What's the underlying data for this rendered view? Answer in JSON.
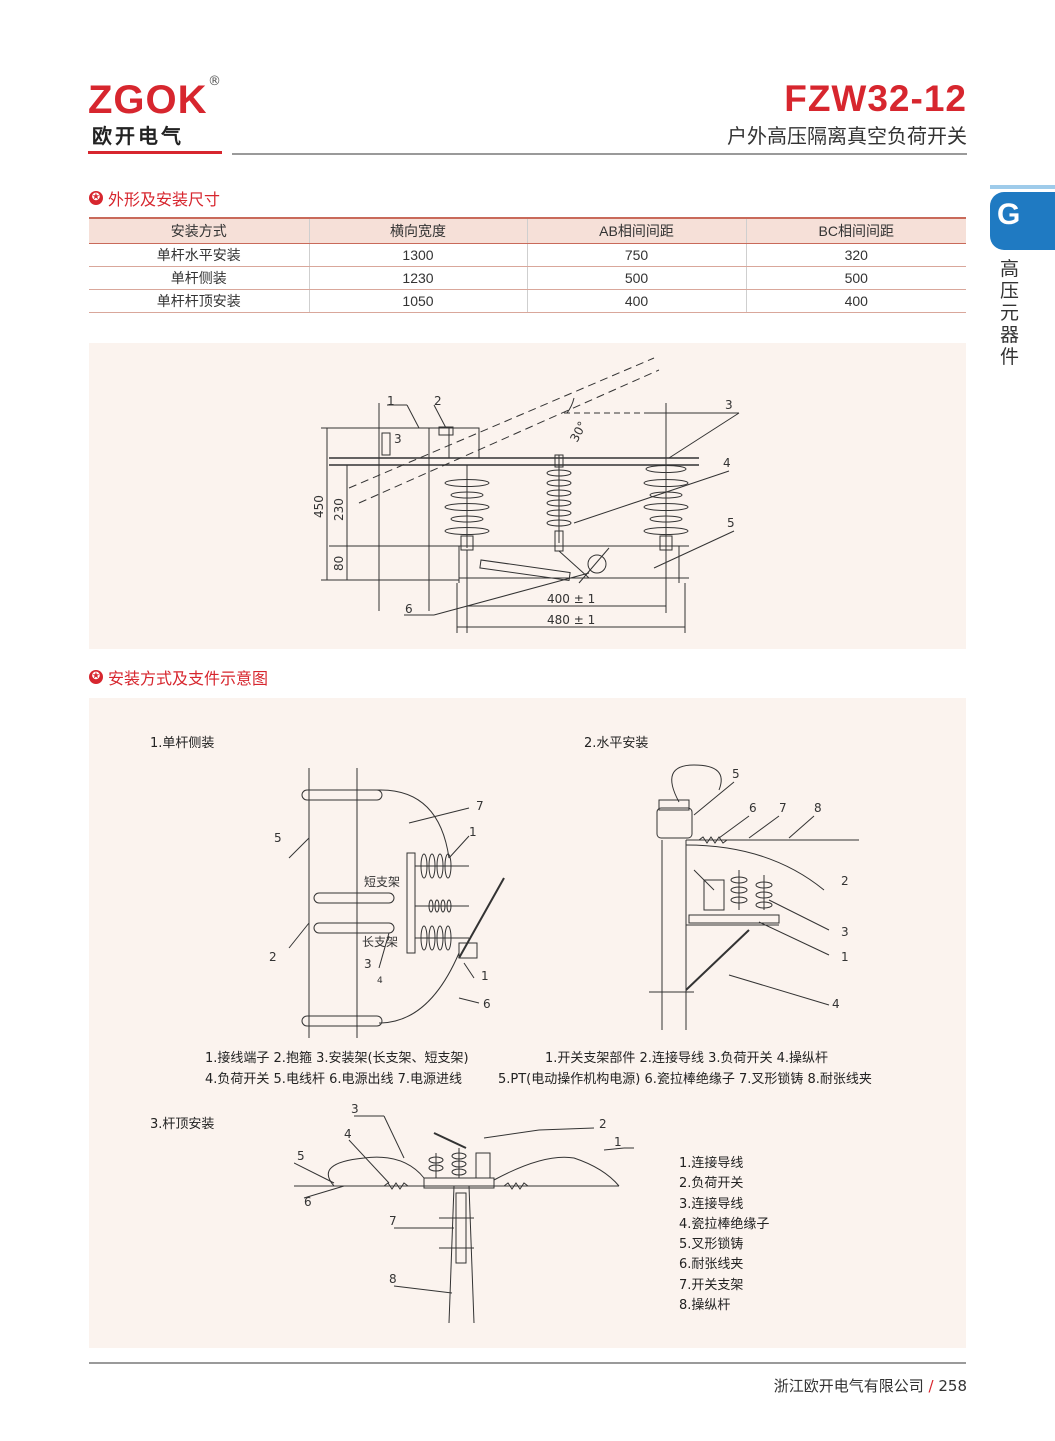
{
  "header": {
    "logo_brand": "ZGOK",
    "logo_reg": "®",
    "logo_cn": "欧开电气",
    "model": "FZW32-12",
    "subtitle": "户外高压隔离真空负荷开关"
  },
  "side_tab": {
    "letter": "G",
    "text": "高压元器件"
  },
  "section1": {
    "title": "外形及安装尺寸",
    "table": {
      "headers": [
        "安装方式",
        "横向宽度",
        "AB相间间距",
        "BC相间间距"
      ],
      "rows": [
        [
          "单杆水平安装",
          "1300",
          "750",
          "320"
        ],
        [
          "单杆侧装",
          "1230",
          "500",
          "500"
        ],
        [
          "单杆杆顶安装",
          "1050",
          "400",
          "400"
        ]
      ]
    },
    "drawing": {
      "callouts": [
        "1",
        "2",
        "3",
        "3",
        "4",
        "5",
        "6"
      ],
      "dims": [
        "450",
        "230",
        "80",
        "400 ± 1",
        "480 ± 1"
      ],
      "angle": "30°"
    }
  },
  "section2": {
    "title": "安装方式及支件示意图",
    "side": {
      "title": "1.单杆侧装",
      "labels": [
        "短支架",
        "长支架"
      ],
      "callouts": [
        "7",
        "1",
        "5",
        "2",
        "3",
        "4",
        "1",
        "6"
      ],
      "legend1": "1.接线端子  2.抱箍  3.安装架(长支架、短支架)",
      "legend2": "4.负荷开关  5.电线杆  6.电源出线  7.电源进线"
    },
    "horizontal": {
      "title": "2.水平安装",
      "callouts": [
        "5",
        "6",
        "7",
        "8",
        "2",
        "3",
        "1",
        "4"
      ],
      "legend1": "1.开关支架部件  2.连接导线  3.负荷开关  4.操纵杆",
      "legend2": "5.PT(电动操作机构电源)  6.瓷拉棒绝缘子  7.叉形锁铸  8.耐张线夹"
    },
    "top": {
      "title": "3.杆顶安装",
      "callouts": [
        "3",
        "2",
        "1",
        "4",
        "5",
        "6",
        "7",
        "8"
      ],
      "legend": [
        "1.连接导线",
        "2.负荷开关",
        "3.连接导线",
        "4.瓷拉棒绝缘子",
        "5.叉形锁铸",
        "6.耐张线夹",
        "7.开关支架",
        "8.操纵杆"
      ]
    }
  },
  "footer": {
    "company": "浙江欧开电气有限公司",
    "sep": "/",
    "page": "258"
  }
}
